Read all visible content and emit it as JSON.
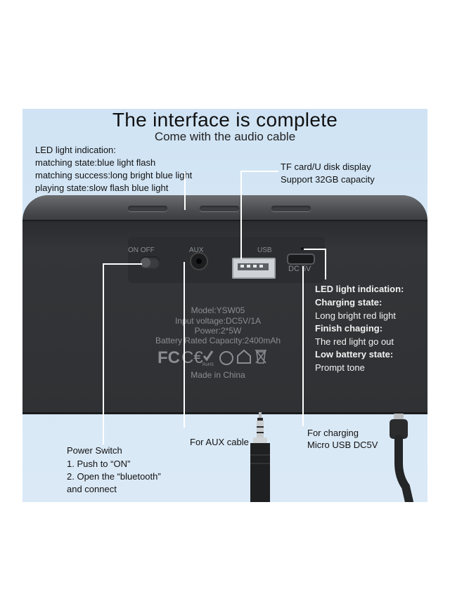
{
  "heading": {
    "title": "The interface is complete",
    "subtitle": "Come with the audio cable"
  },
  "led_top": {
    "title": "LED light indication:",
    "lines": [
      "matching state:blue light flash",
      "matching success:long bright blue light",
      "playing state:slow flash blue light"
    ]
  },
  "tf_card": {
    "line1": "TF card/U disk  display",
    "line2": "Support 32GB capacity"
  },
  "led_right": {
    "title": "LED light indication:",
    "charging_label": "Charging state:",
    "charging_text": "Long bright red light",
    "finish_label": "Finish chaging:",
    "finish_text": "The red light go out",
    "low_label": "Low battery state:",
    "low_text": "Prompt tone"
  },
  "device_label": {
    "model": "Model:YSW05",
    "input": "Input voltage:DC5V/1A",
    "power": "Power:2*5W",
    "battery": "Battery Rated Capacity:2400mAh",
    "origin": "Made in China",
    "port_dc": "DC 5V",
    "port_usb": "USB",
    "switch_label": "ON  OFF",
    "aux_label": "AUX"
  },
  "aux": {
    "label": "For AUX cable"
  },
  "charging": {
    "line1": "For charging",
    "line2": "Micro USB DC5V"
  },
  "power_switch": {
    "title": "Power Switch",
    "step1": "1. Push to “ON”",
    "step2": "2. Open the “bluetooth”",
    "step3": "and connect"
  },
  "colors": {
    "background": "#cfe3f4",
    "speaker": "#2f3134"
  }
}
